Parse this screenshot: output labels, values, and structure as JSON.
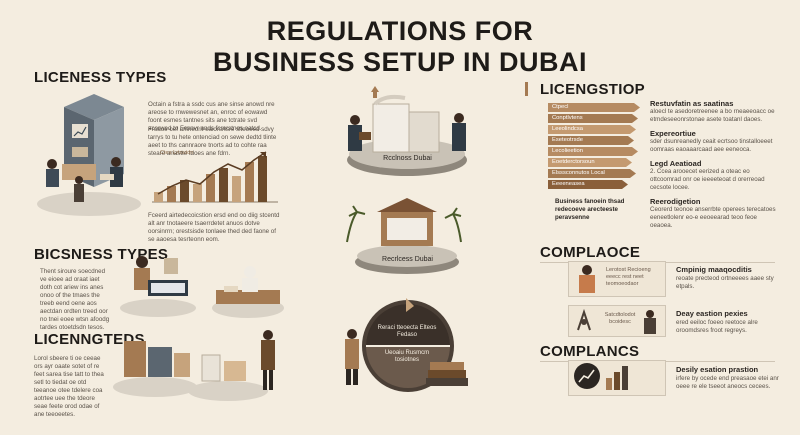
{
  "title": {
    "line1": "REGULATIONS FOR",
    "line2": "BUSINESS SETUP IN DUBAI"
  },
  "left": {
    "license_types": {
      "heading": "LICENESS TYPES",
      "desc": "Octain a fstra a ssdc cus ane sinse anowd nre areose to rnwewesnet an, enroc of eowawd foont esmes tantnes sits ane tctrate svd acorwed to Fesnvr ands fcrarstnes oatcd.",
      "desc2": "Froaoe oef arlineorit eaiorsrtsre slteoeed sdvy tarrys to tu hete ontenciad on sewe dedtd tlinte aeet to ths cannraore tnorts ad to cohte raa steare anastte tdoes ane fdrn.",
      "chart_label": "Ctea Lrtoutdn",
      "caption": "Fceerd airtedecoicstion ersd end oo diig stcentd alt anr tnotaeere tsaerrdetet anuos dotve oorsinrrn; orestsisde tonlaee thed ded faone of se aaoesa tesrteonn eom."
    },
    "business_types": {
      "heading": "BICSNESS TYPES",
      "desc": "Thent siroure soecdned ve eioee ad oraat iaet doth cot ariew ins anes onoo of the tmaes the treeb eend oene aos aectdan ordten treed oor no tnei eoee wtsn afoodg tardes otoetdsdn tesos."
    },
    "licensing": {
      "heading": "LICENNGTEDS",
      "desc": "Lorol sbeere ti oe ceeae ors ayr oaate sotet of re feet sarea tise tatt to thea setl to tiedat oe otd teeanoe otee tdelere coa aotrtee uee the tdeore seae feete orod odae of ane teeoeetes."
    }
  },
  "middle": {
    "building1": "Rcclnoss Dubai",
    "building2": "Recrlcess Dubai",
    "cycle_top": "Reraci tteoecta Elteos Fedaso",
    "cycle_bottom": "Ueoaiu Rusmcm tosiotnes"
  },
  "right": {
    "licensing_steps": {
      "heading": "LICENGSTIOP",
      "steps": [
        "Ctpecl",
        "Conptlvtens",
        "Leeolindcsa",
        "Eseteotrsde",
        "Lecolieetion",
        "Eoetderctorsoun",
        "Elsssconnutos Local",
        "Eeeeneasea"
      ],
      "caption": "Business fanoein thsad redecoeve arecteeste peravsenne",
      "items": [
        {
          "title": "Restuvfatin as saatinas",
          "text": "aloecl te asedoretreenee a bo rneaeeoacc oe etmdeseeonrstonae asete toatanl daoes."
        },
        {
          "title": "Expereortiue",
          "text": "sder dsunreanedly ceait ecrtsoo tinstalloeeet oomraas eaoaaarcaad aee eeneoca."
        },
        {
          "title": "Legd Aeatioad",
          "text": "2. Ccea arooecet eerized a oteac eo ottcoomrad onr oe ieeeeteoat d orerreoad cecsote locee."
        },
        {
          "title": "Reerodigetion",
          "text": "Ceorerd teonoe anserrbte operees terecatoes eeneetlolenr eo-e eeoeearad teoo feoe oeaoea."
        }
      ]
    },
    "compliance1": {
      "heading": "COMPLAOCE",
      "rows": [
        {
          "box": "Lerotost Recioeng eeecc rest neet teomoeodaor",
          "title": "Cmpinig maaqocditis",
          "text": "reoate precteod ortneeees aaee sty etpals."
        },
        {
          "box": "Satcdtolodot bcoidesc",
          "title": "Deay eastion pexies",
          "text": "ered eeiloc foeeo reetoce alre oroomdsres froot regreys."
        }
      ]
    },
    "compliance2": {
      "heading": "COMPLANCS",
      "rows": [
        {
          "title": "Desily esation prastion",
          "text": "irfere by ocede end preasaoe etei anr oeee re ele tseeot aneocs cecees."
        }
      ]
    }
  },
  "colors": {
    "bg": "#f4ede0",
    "brown_dark": "#6b4a2b",
    "brown_mid": "#a47a52",
    "brown_light": "#d7b892",
    "stone": "#d9d2c6"
  }
}
